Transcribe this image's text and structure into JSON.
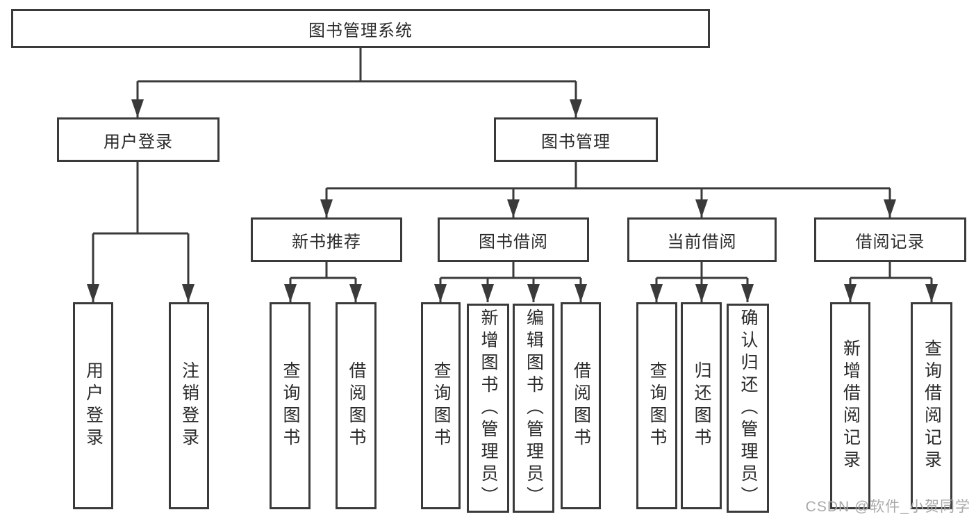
{
  "colors": {
    "line": "#3a3a3a",
    "box_border": "#3a3a3a",
    "text": "#2b2b2b",
    "background": "#ffffff",
    "watermark": "#a9a9a9"
  },
  "diagram": {
    "root": {
      "label": "图书管理系统"
    },
    "branches": [
      {
        "label": "用户登录",
        "children": [
          {
            "label": "用户登录"
          },
          {
            "label": "注销登录"
          }
        ]
      },
      {
        "label": "图书管理",
        "children": [
          {
            "label": "新书推荐",
            "children": [
              {
                "label": "查询图书"
              },
              {
                "label": "借阅图书"
              }
            ]
          },
          {
            "label": "图书借阅",
            "children": [
              {
                "label": "查询图书"
              },
              {
                "label": "新增图书（管理员）"
              },
              {
                "label": "编辑图书（管理员）"
              },
              {
                "label": "借阅图书"
              }
            ]
          },
          {
            "label": "当前借阅",
            "children": [
              {
                "label": "查询图书"
              },
              {
                "label": "归还图书"
              },
              {
                "label": "确认归还（管理员）"
              }
            ]
          },
          {
            "label": "借阅记录",
            "children": [
              {
                "label": "新增借阅记录"
              },
              {
                "label": "查询借阅记录"
              }
            ]
          }
        ]
      }
    ]
  },
  "watermark": {
    "text": "CSDN @软件_小贺同学"
  }
}
